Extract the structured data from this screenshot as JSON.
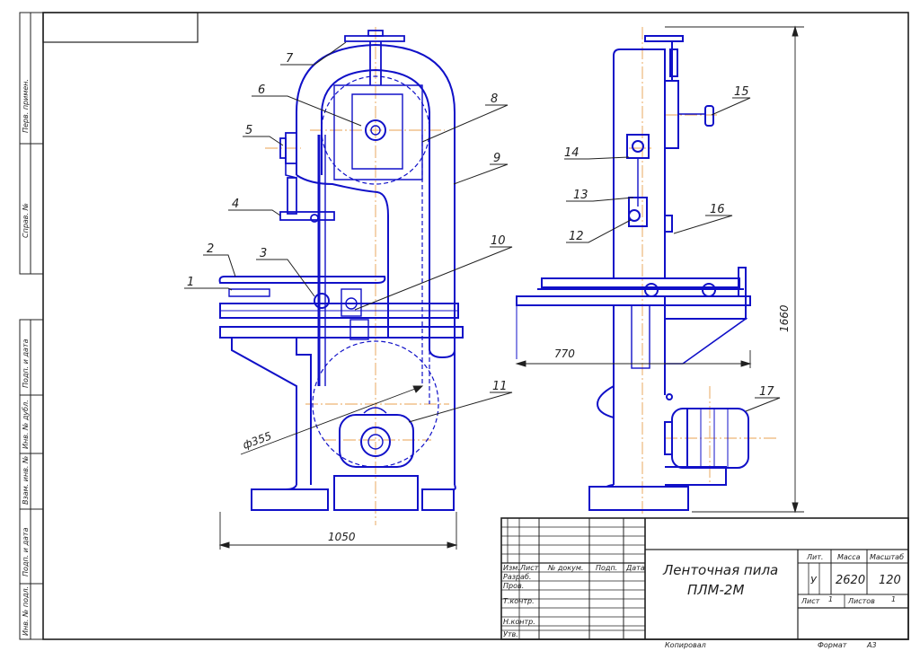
{
  "drawing": {
    "side_stamp": [
      "Перв. примен.",
      "Справ. №",
      "Подп. и дата",
      "Инв. № дубл.",
      "Взам. инв. №",
      "Подп. и дата",
      "Инв. № подл."
    ],
    "callouts": [
      "1",
      "2",
      "3",
      "4",
      "5",
      "6",
      "7",
      "8",
      "9",
      "10",
      "11",
      "12",
      "13",
      "14",
      "15",
      "16",
      "17"
    ],
    "dimensions": {
      "wheel_diameter": "ф355",
      "width": "1050",
      "depth": "770",
      "height": "1660"
    }
  },
  "title_block": {
    "title_line1": "Ленточная пила",
    "title_line2": "ПЛМ-2М",
    "col_headers": [
      "Изм.",
      "Лист",
      "№ докум.",
      "Подп.",
      "Дата"
    ],
    "roles": [
      "Разраб.",
      "Пров.",
      "Т.контр.",
      "Н.контр.",
      "Утв."
    ],
    "lit_label": "Лит.",
    "mass_label": "Масса",
    "scale_label": "Масштаб",
    "lit_value": "У",
    "mass_value": "2620",
    "scale_value": "120",
    "sheet_label": "Лист",
    "sheet_value": "1",
    "sheets_label": "Листов",
    "sheets_value": "1"
  },
  "footer": {
    "copied": "Копировал",
    "format_label": "Формат",
    "format_value": "А3"
  },
  "colors": {
    "line": "#1010c8",
    "center": "#e8a050",
    "thin": "#202020"
  }
}
